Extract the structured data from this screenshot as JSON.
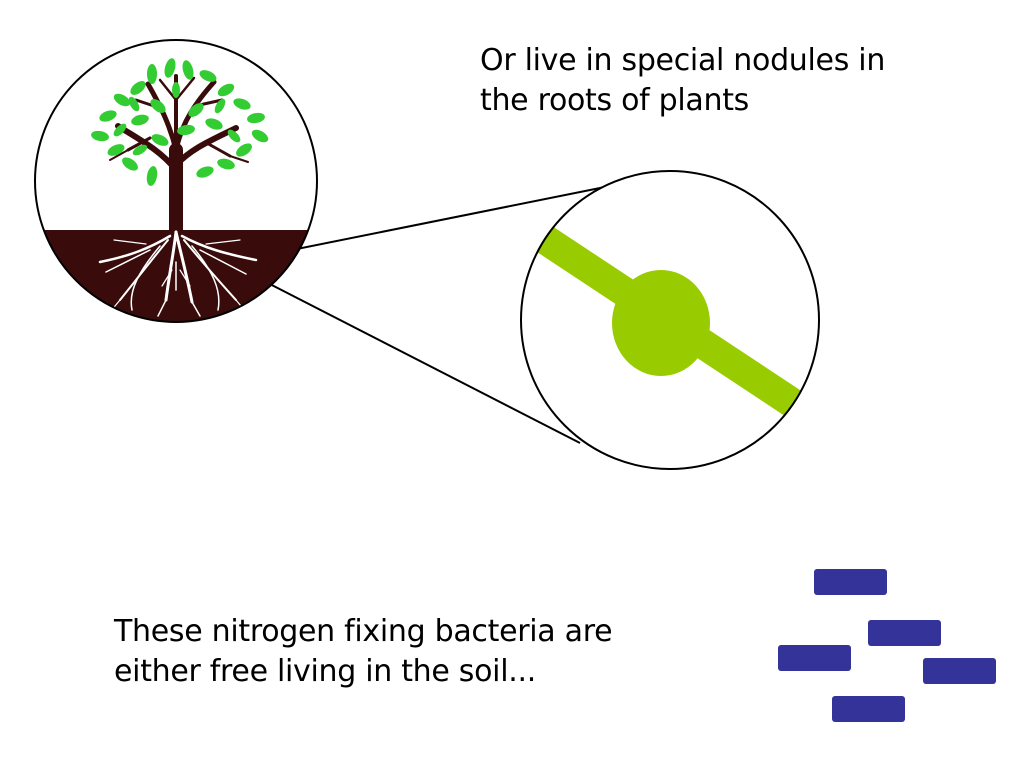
{
  "slide": {
    "top_text": {
      "line1": "Or live in special nodules in",
      "line2": "the roots of plants"
    },
    "bottom_text": {
      "line1": "These nitrogen fixing bacteria are",
      "line2": "either free living in the soil..."
    }
  },
  "illustrations": {
    "tree": "tree-with-roots-icon",
    "nodule": "root-nodule-magnified-icon",
    "bacteria": "free-living-bacteria-icon"
  },
  "colors": {
    "leaf": "#33cc33",
    "trunk": "#3a0b0b",
    "soil": "#3a0b0b",
    "root_nodule": "#99cc00",
    "bacteria": "#333399",
    "outline": "#000000"
  }
}
